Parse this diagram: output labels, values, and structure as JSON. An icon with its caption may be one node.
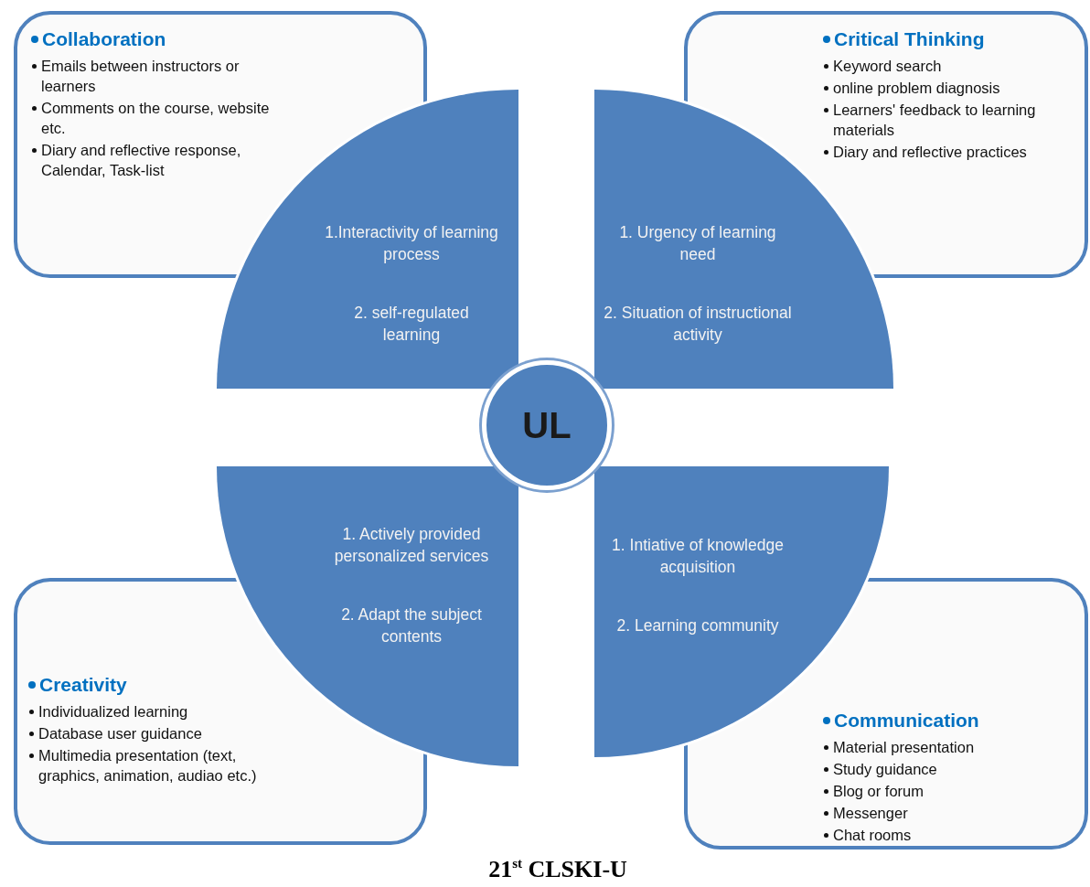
{
  "diagram": {
    "caption": "21$^{st}$ CLSKI-U",
    "nodes": [
      {
        "text": [
          "Collaboration",
          "Emails between instructors or learners",
          "Comments on the course, website etc.",
          "Diary and reflective response, Calendar, Task-list"
        ]
      },
      {
        "text": [
          "Critical Thinking",
          "Keyword search",
          "online problem diagnosis",
          "Learners' feedback to learning materials",
          "Diary and reflective practices"
        ]
      },
      {
        "text": [
          "Creativity",
          "Individualized learning",
          "Database user guidance",
          "Multimedia presentation (text, graphics, animation, audiao etc.)"
        ]
      },
      {
        "text": [
          "Communication",
          "Material presentation",
          "Study guidance",
          "Blog or forum",
          "Messenger",
          "Chat rooms"
        ]
      },
      {
        "text": [
          "1.Interactivity of learning process",
          "2. self-regulated learning"
        ]
      },
      {
        "text": [
          "1. Urgency of learning need",
          "2. Situation of instructional activity"
        ]
      },
      {
        "text": [
          "1. Actively provided personalized services",
          "2. Adapt the subject contents"
        ]
      },
      {
        "text": [
          "1. Intiative of knowledge acquisition",
          "2. Learning community"
        ]
      },
      {
        "text": [
          "UL"
        ]
      }
    ]
  }
}
